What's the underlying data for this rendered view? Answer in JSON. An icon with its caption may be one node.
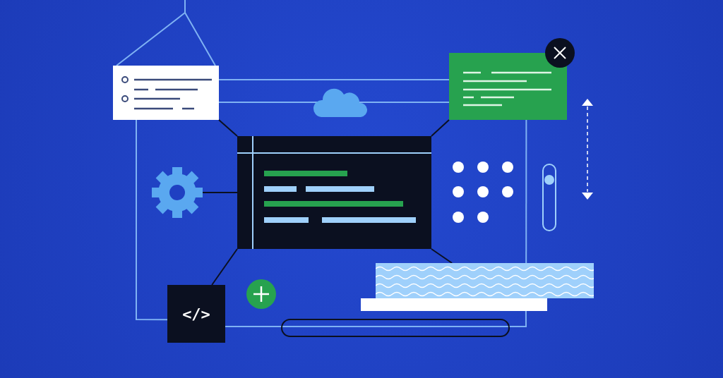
{
  "diagram": {
    "nodes": [
      {
        "text": [],
        "shape": "box"
      },
      {
        "text": [],
        "shape": "box"
      },
      {
        "text": [],
        "shape": "box"
      },
      {
        "text": [],
        "shape": "picture"
      },
      {
        "text": [
          "</>"
        ]
      },
      {
        "text": [],
        "shape": "box"
      },
      {
        "text": [],
        "shape": "box"
      }
    ],
    "edges": [
      {
        "from": 0,
        "to": 1,
        "arrow": "none"
      },
      {
        "from": 0,
        "to": 1,
        "arrow": "none"
      },
      {
        "from": null,
        "to": 0,
        "arrow": "none"
      },
      {
        "from": 2,
        "to": 0,
        "arrow": "none",
        "color": "#0b1020"
      },
      {
        "from": 2,
        "to": 1,
        "arrow": "none",
        "color": "#0b1020"
      },
      {
        "from": 3,
        "to": 2,
        "arrow": "none",
        "color": "#0b1020"
      },
      {
        "from": 2,
        "to": 4,
        "arrow": "none",
        "color": "#0b1020"
      },
      {
        "from": 2,
        "to": 5,
        "arrow": "none",
        "color": "#0b1020"
      },
      {
        "from": 0,
        "to": 4,
        "arrow": "none"
      },
      {
        "from": 1,
        "to": 5,
        "arrow": "none"
      },
      {
        "from": 6,
        "to": 4,
        "arrow": "none"
      }
    ]
  }
}
